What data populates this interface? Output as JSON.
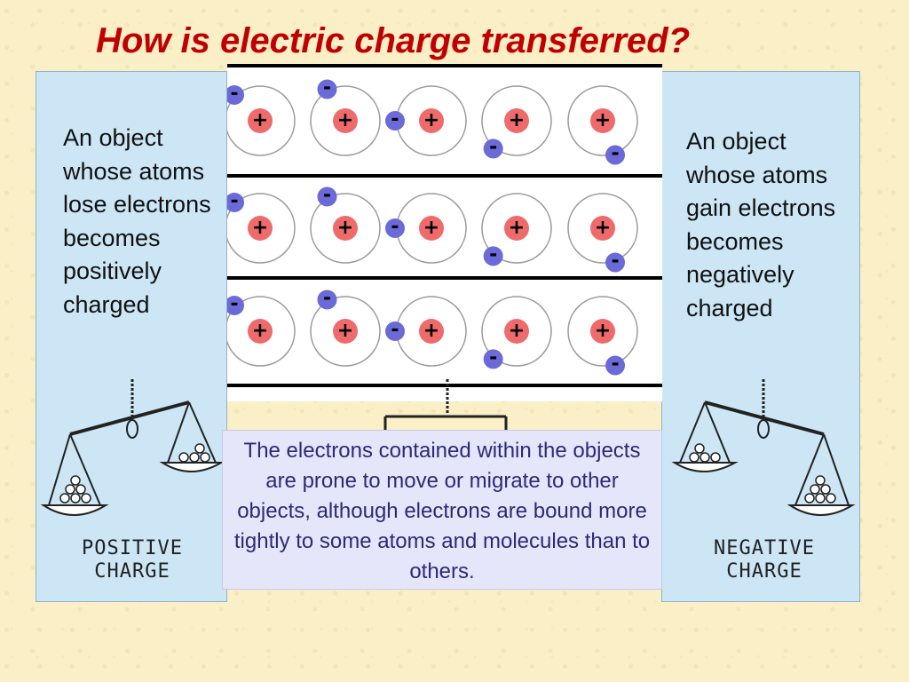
{
  "title": "How is electric charge transferred?",
  "left_panel": {
    "text": " An object whose atoms lose electrons becomes positively charged",
    "scale_label": "POSITIVE\nCHARGE"
  },
  "right_panel": {
    "text": "An object whose atoms gain electrons becomes negatively charged",
    "scale_label": "NEGATIVE\nCHARGE"
  },
  "callout": {
    "text": "The electrons contained within the objects are prone to move or migrate to other objects, although electrons are bound more tightly to some atoms and molecules than to others."
  },
  "atom_diagram": {
    "rows": 3,
    "atoms_per_row": 5,
    "nucleus_symbol": "+",
    "electron_symbol": "-",
    "colors": {
      "nucleus": "#ef6b6b",
      "electron": "#6a6ad8",
      "orbit": "#9a9a9a",
      "divider": "#000000"
    }
  },
  "colors": {
    "title": "#c00000",
    "panel_bg": "#cce6f5",
    "callout_bg": "#e6e6fa",
    "callout_text": "#2a2a7a",
    "page_bg": "#fbefc8"
  }
}
